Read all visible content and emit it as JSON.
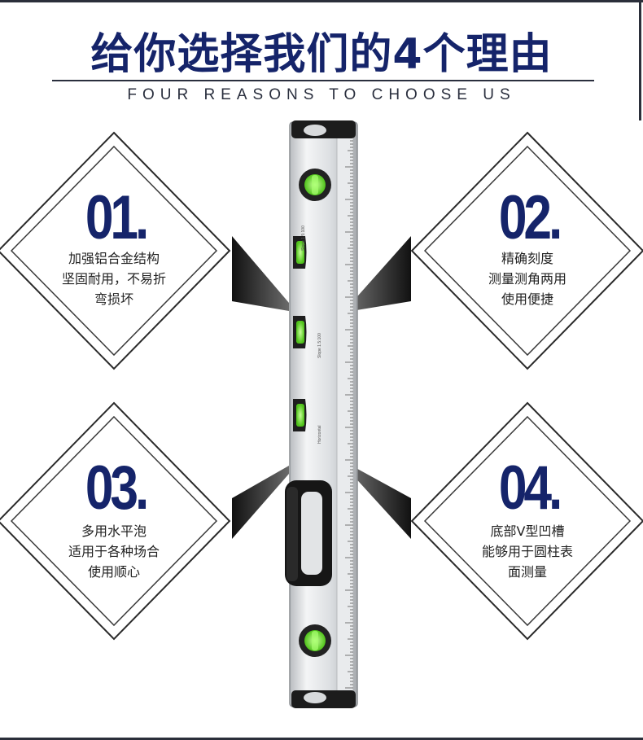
{
  "header": {
    "title": "给你选择我们的4个理由",
    "subtitle": "FOUR REASONS TO CHOOSE US"
  },
  "reasons": [
    {
      "number": "01.",
      "lines": [
        "加强铝合金结构",
        "坚固耐用，不易折",
        "弯损坏"
      ]
    },
    {
      "number": "02.",
      "lines": [
        "精确刻度",
        "测量测角两用",
        "使用便捷"
      ]
    },
    {
      "number": "03.",
      "lines": [
        "多用水平泡",
        "适用于各种场合",
        "使用顺心"
      ]
    },
    {
      "number": "04.",
      "lines": [
        "底部V型凹槽",
        "能够用于圆柱表",
        "面测量"
      ]
    }
  ],
  "level_tool": {
    "vial_labels": [
      "Slope 1.5:100",
      "Slope 1.5:100",
      "Horizontal"
    ]
  },
  "colors": {
    "title": "#15246a",
    "text": "#222222",
    "vial": "#7ee043"
  }
}
